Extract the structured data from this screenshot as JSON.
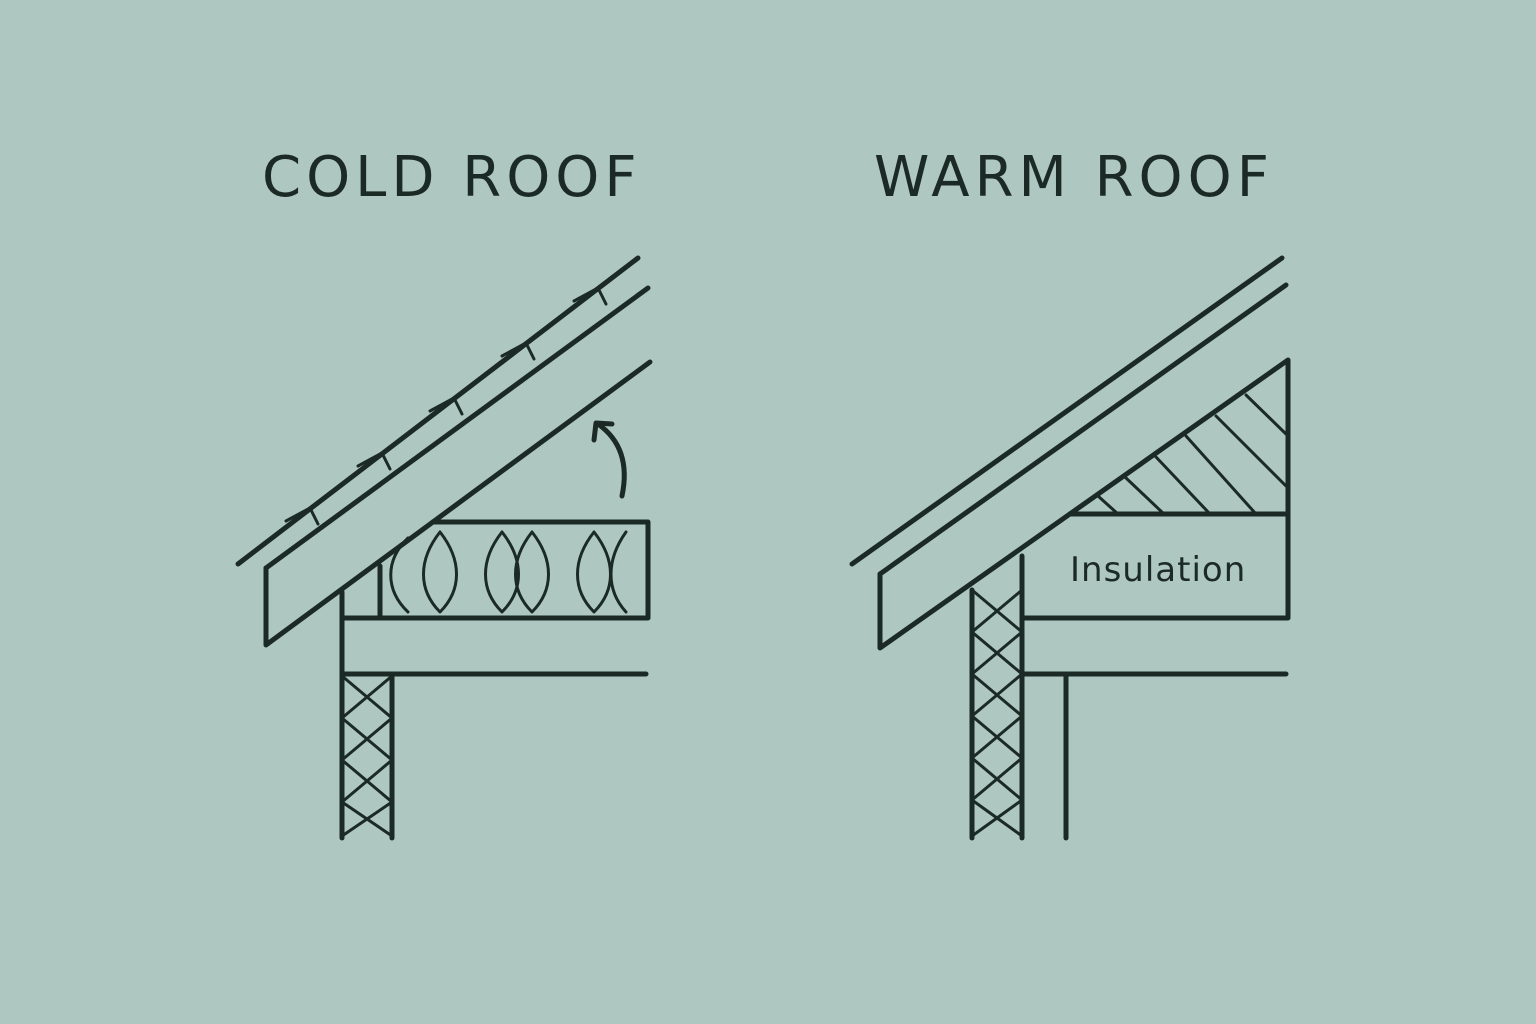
{
  "colors": {
    "background": "#aec8c1",
    "ink": "#1c2a26"
  },
  "diagrams": [
    {
      "title": "COLD ROOF",
      "insulation_location": "ceiling joists",
      "ventilated_loft": true
    },
    {
      "title": "WARM ROOF",
      "insulation_label": "Insulation",
      "insulation_location": "between rafters"
    }
  ]
}
